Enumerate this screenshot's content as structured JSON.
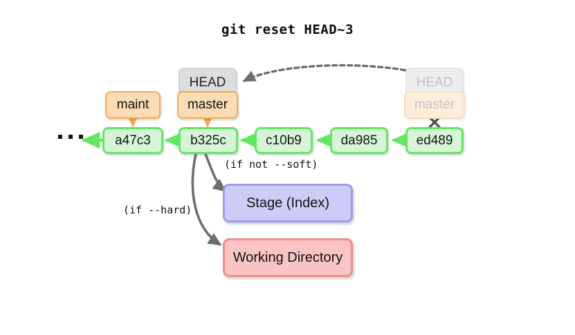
{
  "title": "git reset HEAD~3",
  "background": "#ffffff",
  "colors": {
    "commit_fill": "#d6f5d6",
    "commit_border": "#63e763",
    "branch_fill": "#fcdcb4",
    "branch_border": "#f7a84e",
    "head_fill": "#dddddd",
    "head_border": "#d0d0d0",
    "stage_fill": "#ccccf7",
    "stage_border": "#9b9bef",
    "workdir_fill": "#fac4c4",
    "workdir_border": "#f48a8a",
    "arrow_gray": "#6e6e6e",
    "ghost_text": "#c2c2c2"
  },
  "commits": [
    {
      "id": "a47c3",
      "label": "a47c3"
    },
    {
      "id": "b325c",
      "label": "b325c"
    },
    {
      "id": "c10b9",
      "label": "c10b9"
    },
    {
      "id": "da985",
      "label": "da985"
    },
    {
      "id": "ed489",
      "label": "ed489"
    }
  ],
  "refs": {
    "maint": "maint",
    "head_current": "HEAD",
    "master_current": "master",
    "head_ghost": "HEAD",
    "master_ghost": "master"
  },
  "areas": {
    "stage": "Stage (Index)",
    "working_directory": "Working Directory"
  },
  "annotations": {
    "not_soft": "(if not --soft)",
    "hard": "(if --hard)",
    "ellipsis": "..."
  },
  "marks": {
    "detach_x": "×"
  }
}
